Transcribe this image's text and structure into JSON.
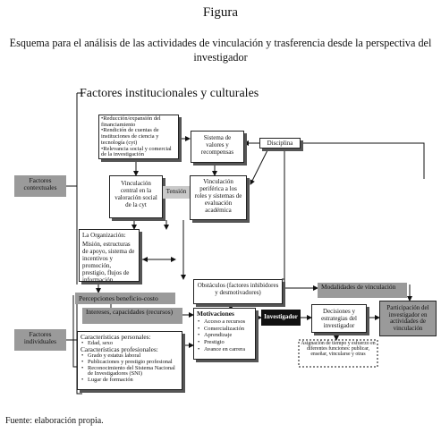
{
  "figure_label": "Figura",
  "title": "Esquema para el análisis de las actividades de vinculación y trasferencia desde la perspectiva del investigador",
  "section_label": "Factores institucionales y culturales",
  "side_labels": {
    "contextual": "Factores contextuales",
    "individual": "Factores individuales"
  },
  "boxes": {
    "financing": [
      "•Reducción/expansión del financiamiento",
      "•Rendición de cuentas de instituciones de ciencia y tecnología (cyt)",
      "•Relevancia social y comercial de la investigación"
    ],
    "values_system": "Sistema de valores y recompensas",
    "discipline": "Disciplina",
    "central_linkage": "Vinculación central en la valoración social de la cyt",
    "tension": "Tensión",
    "peripheral_linkage": "Vinculación periférica a los roles y sistemas de evaluación académica",
    "organization_title": "La Organización:",
    "organization_body": "Misión, estructuras de apoyo, sistema de incentivos y promoción, prestigio, flujos de información",
    "cost_benefit": "Percepciones beneficio-costo",
    "interests": "Intereses, capacidades (recursos)",
    "obstacles": "Obstáculos (factores inhibidores y desmotivadores)",
    "linkage_modes": "Modalidades de vinculación",
    "motivations_title": "Motivaciones",
    "motivations_items": [
      "Acceso a recursos",
      "Comercialización",
      "Aprendizaje",
      "Prestigio",
      "Avance en carrera"
    ],
    "researcher": "Investigador",
    "decisions": "Decisiones y estrategias del investigador",
    "participation": "Participación del investigador en actividades de vinculación",
    "time_allocation": "Asignación de tiempo y esfuerzo en diferentes funciones: publicar, enseñar, vincularse y otras",
    "personal_title": "Características personales:",
    "personal_items": [
      "Edad, sexo"
    ],
    "professional_title": "Características profesionales:",
    "professional_items": [
      "Grado y estatus laboral",
      "Publicaciones y prestigio profesional",
      "Reconocimiento del Sistema Nacional de Investigadores (SNI)",
      "Lugar de formación"
    ]
  },
  "source": "Fuente: elaboración propia."
}
